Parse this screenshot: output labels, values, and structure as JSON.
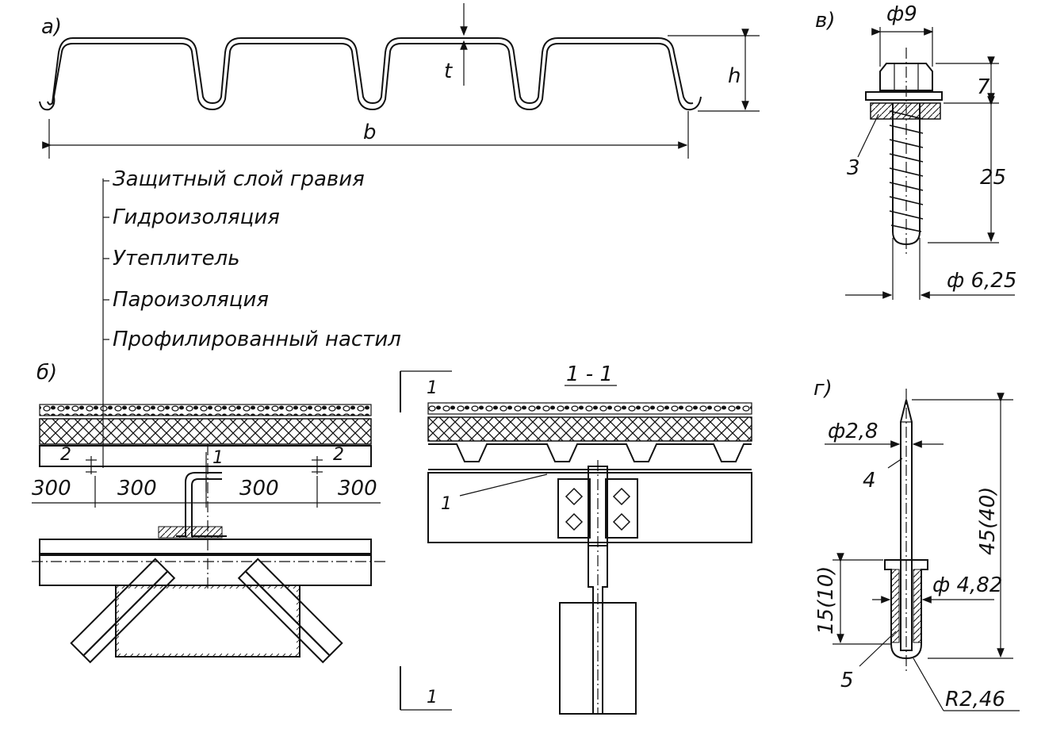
{
  "panel_a": {
    "label": "a)",
    "t": "t",
    "h": "h",
    "b": "b"
  },
  "panel_b": {
    "label": "б)",
    "layers": [
      "Защитный слой гравия",
      "Гидроизоляция",
      "Утеплитель",
      "Пароизоляция",
      "Профилированный настил"
    ],
    "spacings": [
      "300",
      "300",
      "300",
      "300"
    ],
    "markers": [
      "2",
      "1",
      "2"
    ]
  },
  "section": {
    "title": "1 - 1",
    "cut_mark": "1",
    "callout": "1"
  },
  "panel_v": {
    "label": "в)",
    "dia_head": "ф9",
    "dim_head": "7",
    "dim_thread": "25",
    "dia_thread": "ф 6,25",
    "callout": "3"
  },
  "panel_g": {
    "label": "г)",
    "dia_pin": "ф2,8",
    "callout_pin": "4",
    "dim_total": "45(40)",
    "dim_sleeve": "15(10)",
    "dia_sleeve": "ф 4,82",
    "callout_sleeve": "5",
    "radius": "R2,46"
  }
}
